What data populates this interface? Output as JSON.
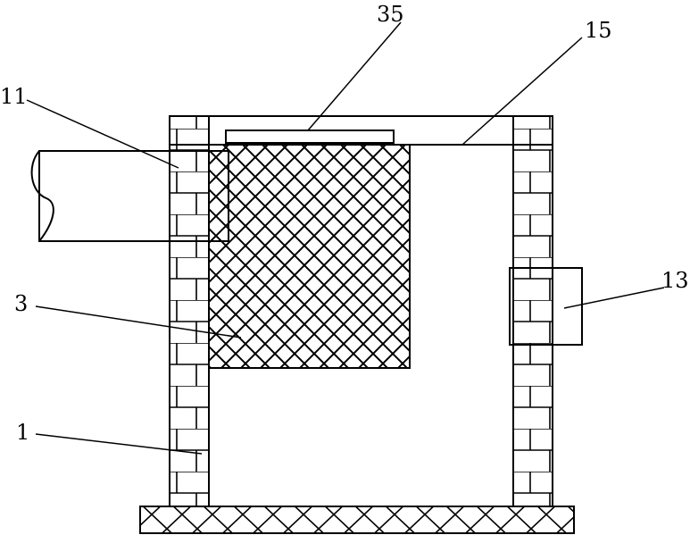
{
  "labels": {
    "pipe": "11",
    "cover": "35",
    "lid": "15",
    "outlet": "13",
    "filter": "3",
    "wall": "1"
  },
  "colors": {
    "stroke": "#000000",
    "background": "#ffffff"
  }
}
